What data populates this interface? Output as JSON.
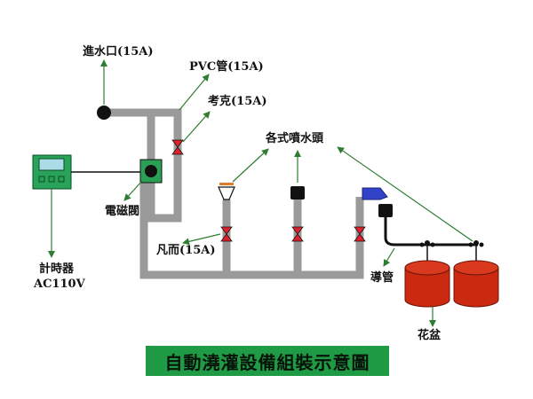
{
  "labels": {
    "water_inlet": "進水口(15A)",
    "pvc_pipe": "PVC管(15A)",
    "cock": "考克(15A)",
    "solenoid_valve": "電磁閥",
    "sprinkler_heads": "各式噴水頭",
    "valve": "凡而(15A)",
    "timer": "計時器",
    "timer_power": "AC110V",
    "guide_tube": "導管",
    "flower_pot": "花盆"
  },
  "caption": "自動澆灌設備組裝示意圖",
  "colors": {
    "pipe": "#9a9a9a",
    "valve": "#e0202a",
    "timer_body": "#29a35a",
    "timer_screen": "#a9dce6",
    "solenoid": "#2aa056",
    "pot": "#cc2a10",
    "arrow": "#2e7d32",
    "caption_bg": "#1f9a45",
    "nozzle_blue": "#3343c9"
  }
}
